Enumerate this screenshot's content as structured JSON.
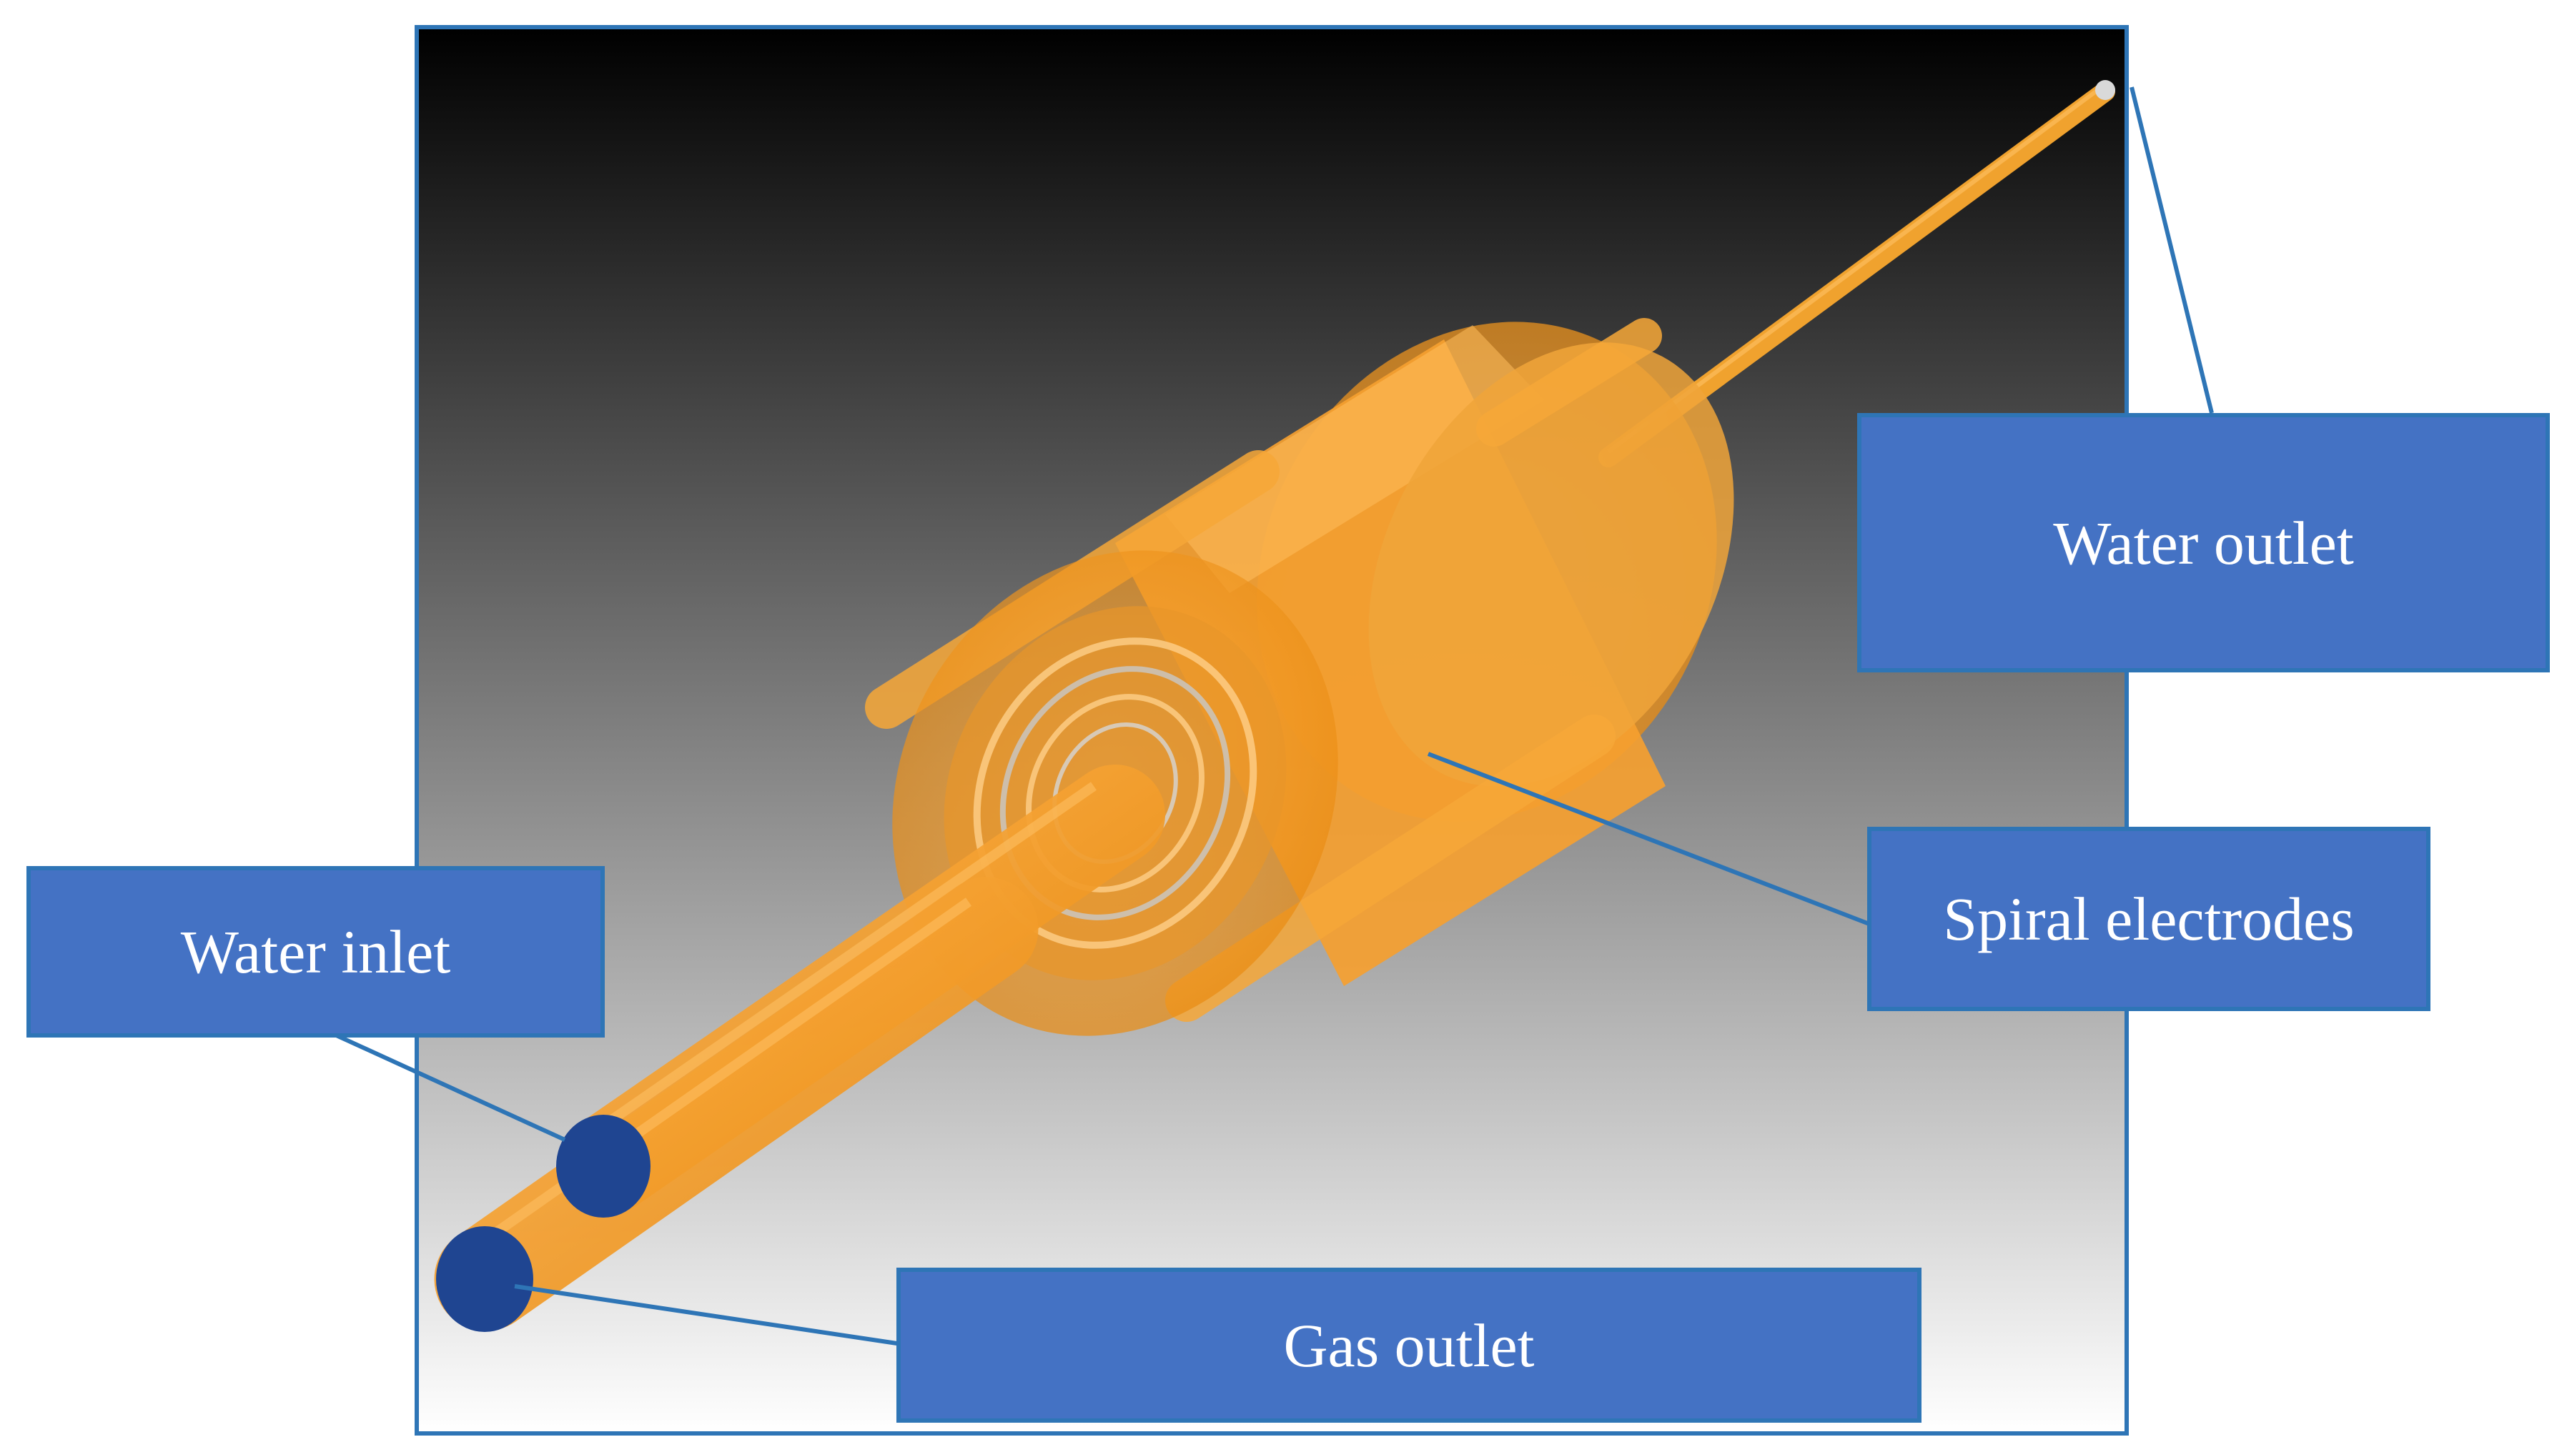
{
  "labels": {
    "water_outlet": "Water outlet",
    "spiral_electrodes": "Spiral electrodes",
    "water_inlet": "Water inlet",
    "gas_outlet": "Gas outlet"
  },
  "colors": {
    "label_fill": "#4472c4",
    "label_border": "#2e75b6",
    "leader_line": "#2e75b6",
    "body_orange": "#f5a030",
    "port_fill": "#1f4591",
    "background_top": "#000000",
    "background_bottom": "#ffffff"
  }
}
